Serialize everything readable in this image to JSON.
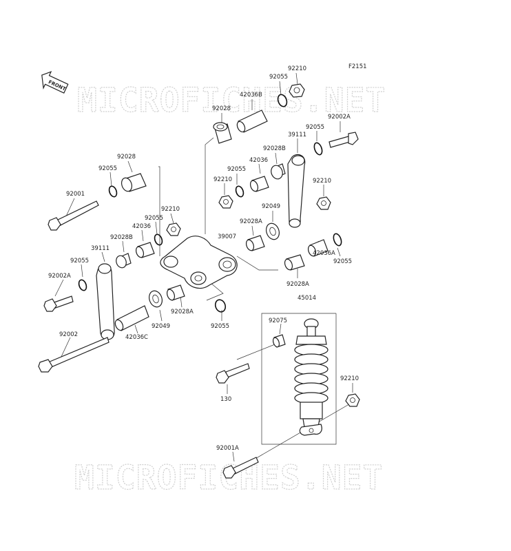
{
  "diagram": {
    "figure_code": "F2151",
    "front_tag": "FRONT",
    "watermark": "MICROFICHES.NET",
    "part_labels": [
      {
        "id": "p92210-top",
        "text": "92210"
      },
      {
        "id": "p92055-top",
        "text": "92055"
      },
      {
        "id": "p42036b",
        "text": "42036B"
      },
      {
        "id": "p92028-top",
        "text": "92028"
      },
      {
        "id": "p92002a-right",
        "text": "92002A"
      },
      {
        "id": "p92055-right1",
        "text": "92055"
      },
      {
        "id": "p39111-right",
        "text": "39111"
      },
      {
        "id": "p92028b-right",
        "text": "92028B"
      },
      {
        "id": "p42036-right",
        "text": "42036"
      },
      {
        "id": "p92055-right2",
        "text": "92055"
      },
      {
        "id": "p92210-right1",
        "text": "92210"
      },
      {
        "id": "p92210-right2",
        "text": "92210"
      },
      {
        "id": "p92049-right",
        "text": "92049"
      },
      {
        "id": "p92028a-right1",
        "text": "92028A"
      },
      {
        "id": "p39007",
        "text": "39007"
      },
      {
        "id": "p42036a",
        "text": "42036A"
      },
      {
        "id": "p92055-right3",
        "text": "92055"
      },
      {
        "id": "p92028a-right2",
        "text": "92028A"
      },
      {
        "id": "p92028-left",
        "text": "92028"
      },
      {
        "id": "p92055-left1",
        "text": "92055"
      },
      {
        "id": "p92001",
        "text": "92001"
      },
      {
        "id": "p92210-left",
        "text": "92210"
      },
      {
        "id": "p92055-left2",
        "text": "92055"
      },
      {
        "id": "p42036-left",
        "text": "42036"
      },
      {
        "id": "p92028b-left",
        "text": "92028B"
      },
      {
        "id": "p39111-left",
        "text": "39111"
      },
      {
        "id": "p92055-left3",
        "text": "92055"
      },
      {
        "id": "p92002a-left",
        "text": "92002A"
      },
      {
        "id": "p92028a-center",
        "text": "92028A"
      },
      {
        "id": "p92049-left",
        "text": "92049"
      },
      {
        "id": "p42036c",
        "text": "42036C"
      },
      {
        "id": "p92055-center",
        "text": "92055"
      },
      {
        "id": "p92002",
        "text": "92002"
      },
      {
        "id": "p45014",
        "text": "45014"
      },
      {
        "id": "p92075",
        "text": "92075"
      },
      {
        "id": "p130",
        "text": "130"
      },
      {
        "id": "p92210-shock",
        "text": "92210"
      },
      {
        "id": "p92001a",
        "text": "92001A"
      }
    ]
  }
}
